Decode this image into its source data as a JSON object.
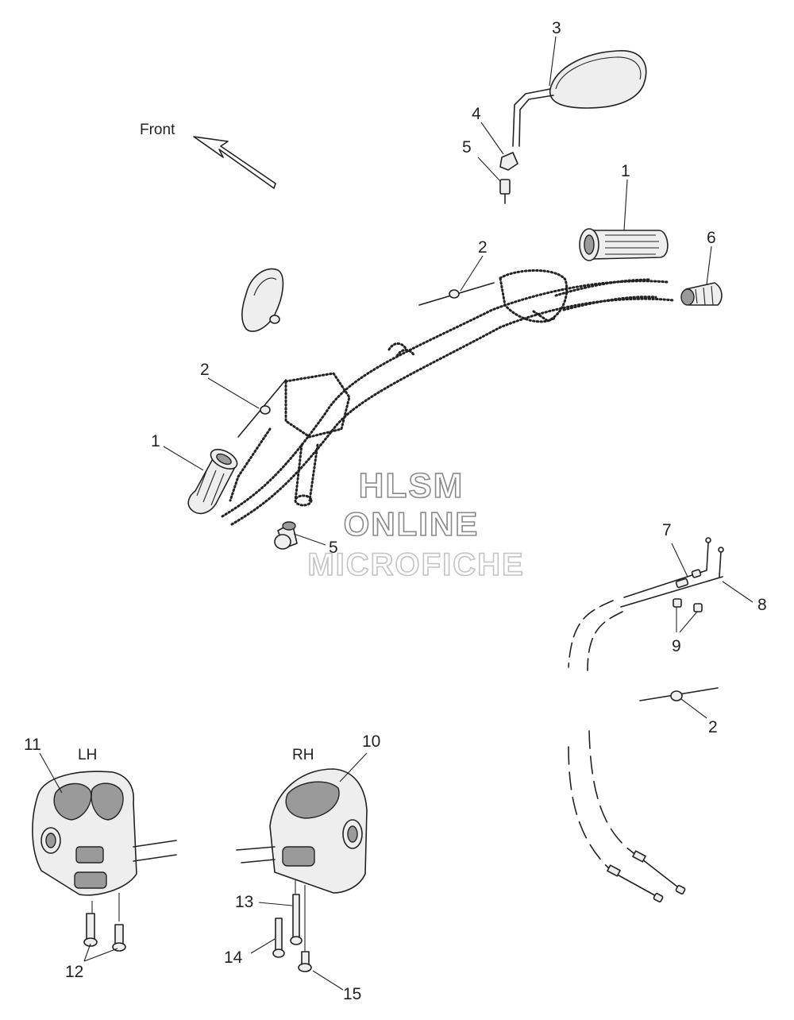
{
  "callouts": {
    "c1a": "1",
    "c1b": "1",
    "c2a": "2",
    "c2b": "2",
    "c2c": "2",
    "c3": "3",
    "c4": "4",
    "c5a": "5",
    "c5b": "5",
    "c6": "6",
    "c7": "7",
    "c8": "8",
    "c9": "9",
    "c10": "10",
    "c11": "11",
    "c12": "12",
    "c13": "13",
    "c14": "14",
    "c15": "15"
  },
  "labels": {
    "front": "Front",
    "lh": "LH",
    "rh": "RH"
  },
  "watermark": {
    "line1": "HLSM",
    "line2": "ONLINE",
    "line3": "MICROFICHE"
  }
}
